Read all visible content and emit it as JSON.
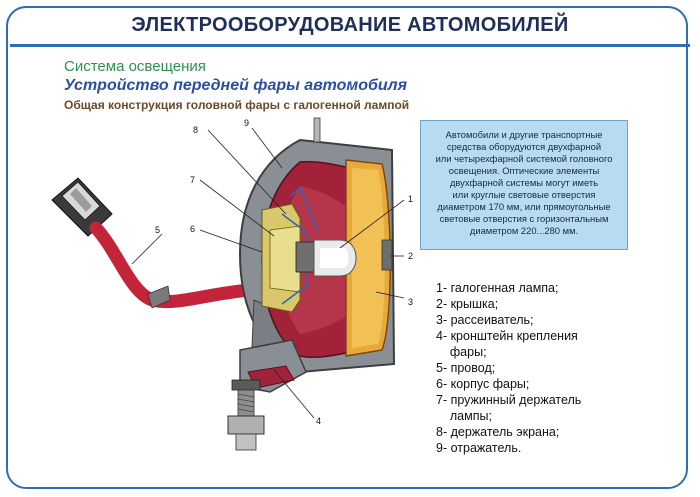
{
  "header": {
    "title": "ЭЛЕКТРООБОРУДОВАНИЕ АВТОМОБИЛЕЙ"
  },
  "section_label": "Система освещения",
  "subtitle": "Устройство передней фары автомобиля",
  "caption": "Общая конструкция головной фары с галогенной лампой",
  "info_lines": [
    "Автомобили и другие транспортные",
    "средства оборудуются двухфарной",
    "или четырехфарной системой головного",
    "освещения. Оптические элементы",
    "двухфарной системы могут иметь",
    "или круглые световые отверстия",
    "диаметром  170 мм, или прямоугольные",
    "световые отверстия с горизонтальным",
    "диаметром 220...280 мм."
  ],
  "legend": [
    "1- галогенная лампа;",
    "2- крышка;",
    "3- рассеиватель;",
    "4- кронштейн крепления",
    "    фары;",
    "5- провод;",
    "6- корпус фары;",
    "7- пружинный держатель",
    "    лампы;",
    "8- держатель экрана;",
    "9- отражатель."
  ],
  "callouts": [
    "1",
    "2",
    "3",
    "4",
    "5",
    "6",
    "7",
    "8",
    "9"
  ],
  "colors": {
    "frame": "#2d6fb0",
    "title": "#1f2f5a",
    "section": "#2f8f54",
    "subtitle": "#2a4ea0",
    "info_bg": "#b7dbf2",
    "housing": "#8a8f96",
    "reflector": "#a2223a",
    "lens": "#e8a93a",
    "wire": "#c4243a"
  }
}
